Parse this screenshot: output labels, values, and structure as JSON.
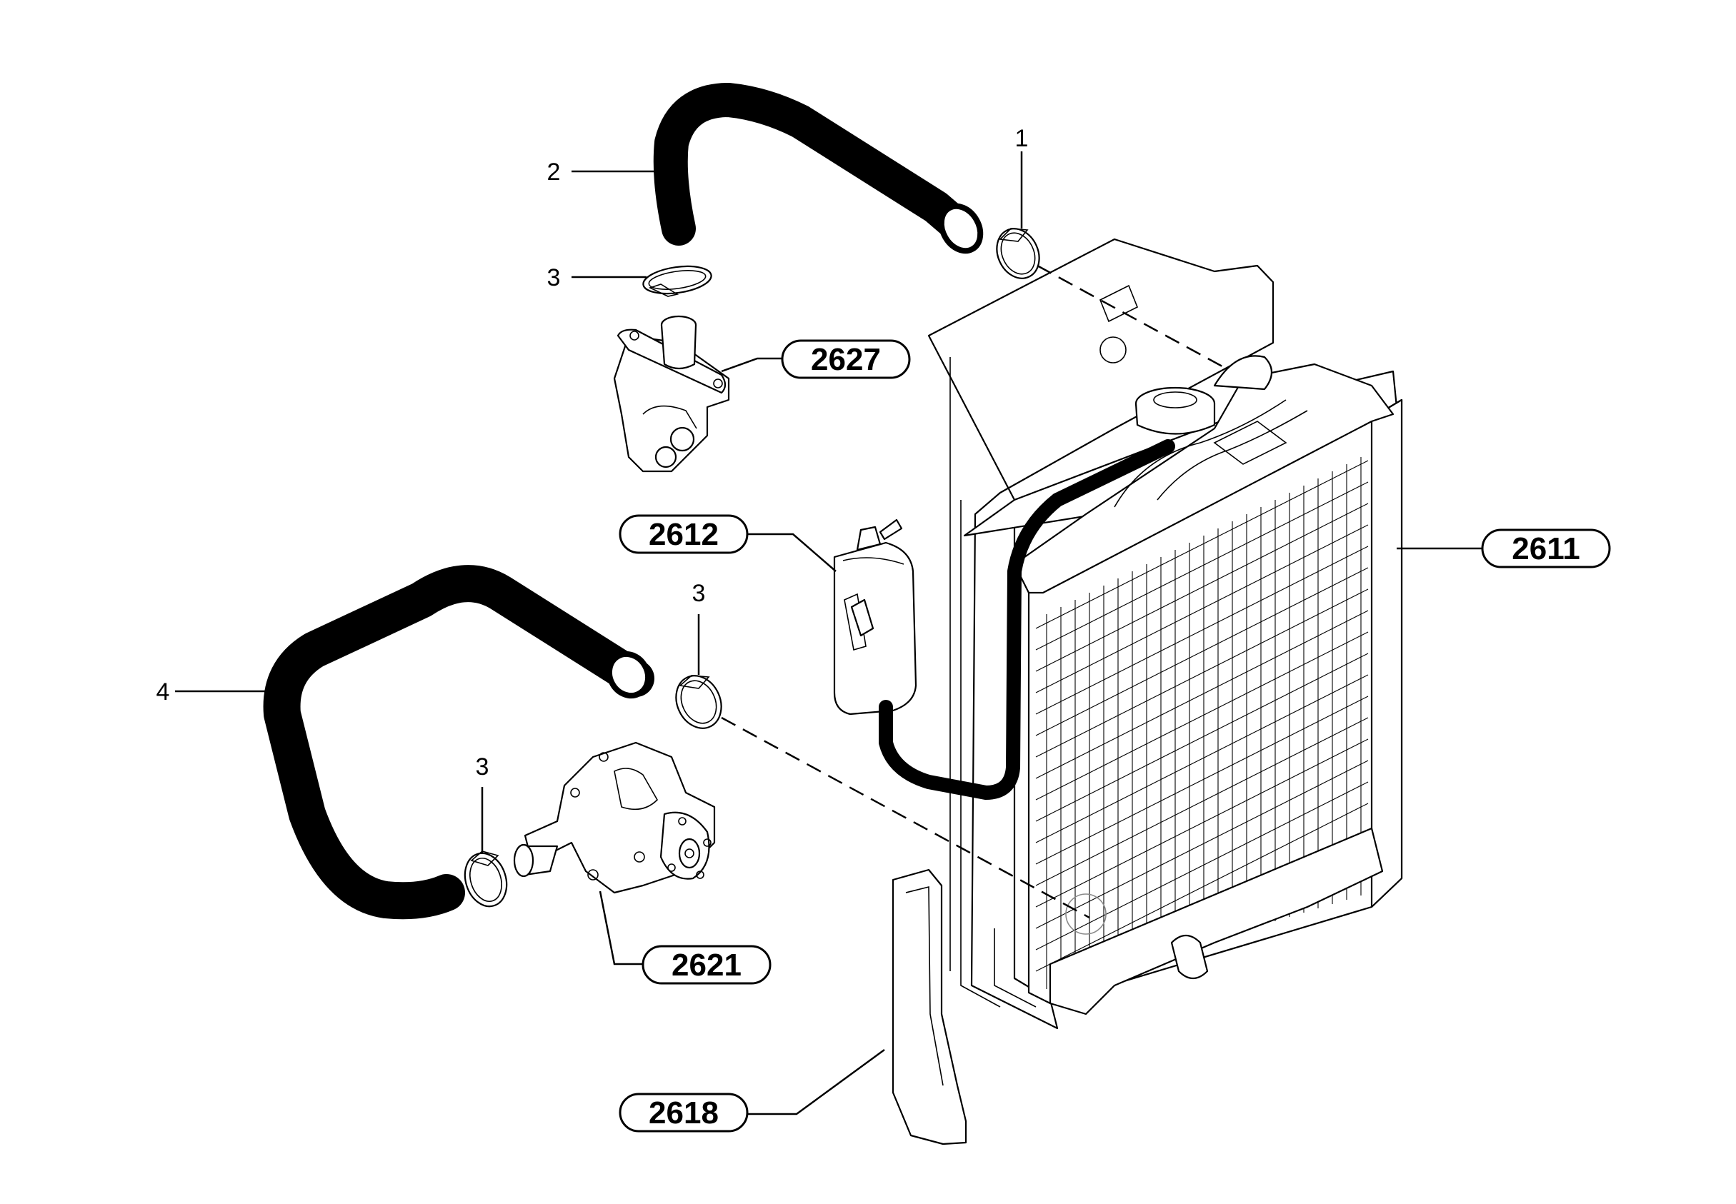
{
  "parts": {
    "radiator": "2611",
    "reservoir": "2612",
    "water_pump": "2621",
    "thermostat_housing": "2627",
    "fan_shroud": "2618"
  },
  "items": {
    "clamp_upper": "1",
    "upper_hose": "2",
    "clamp_thermostat": "3",
    "clamp_lower_right": "3",
    "clamp_pump": "3",
    "lower_hose": "4"
  }
}
